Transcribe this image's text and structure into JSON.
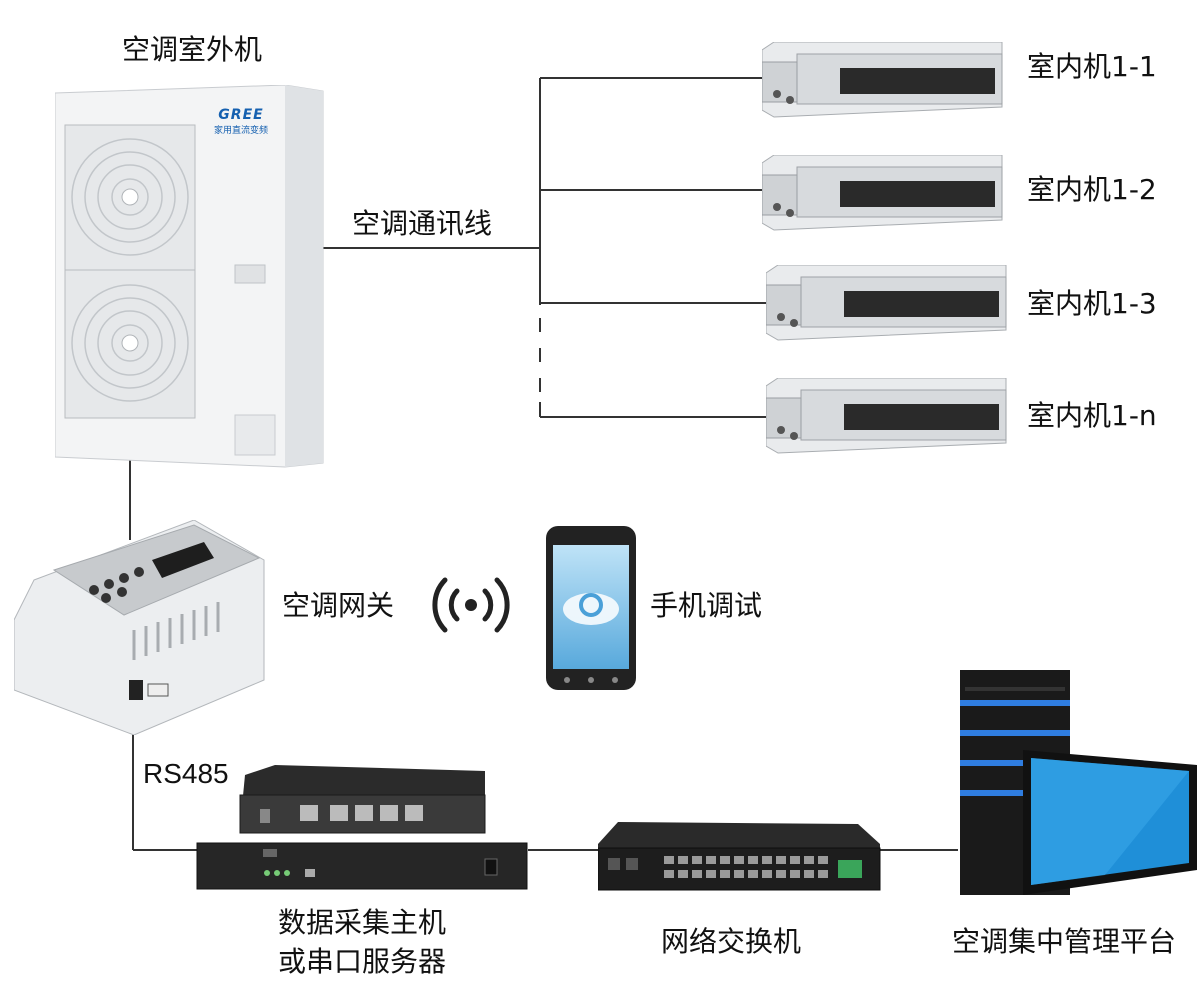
{
  "labels": {
    "outdoor_unit": "空调室外机",
    "comm_line": "空调通讯线",
    "indoor_1": "室内机1-1",
    "indoor_2": "室内机1-2",
    "indoor_3": "室内机1-3",
    "indoor_n": "室内机1-n",
    "gateway": "空调网关",
    "phone_debug": "手机调试",
    "rs485": "RS485",
    "collector_line1": "数据采集主机",
    "collector_line2": "或串口服务器",
    "switch": "网络交换机",
    "platform": "空调集中管理平台"
  },
  "brand": {
    "logo_text": "GREE",
    "logo_sub": "家用直流变频"
  },
  "colors": {
    "line": "#333333",
    "unit_body": "#eef0f2",
    "device_dark": "#222222",
    "screen_blue": "#1f8fd8",
    "server_accent": "#2f7de0"
  }
}
